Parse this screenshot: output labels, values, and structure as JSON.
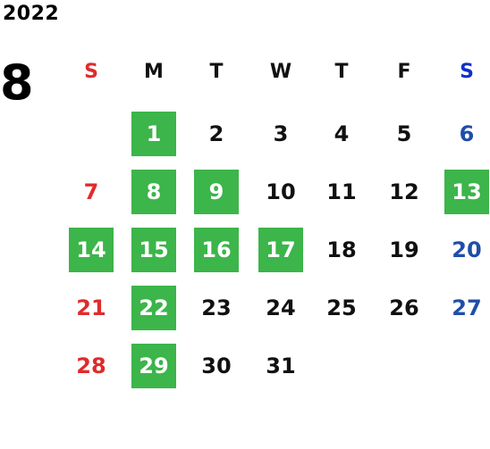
{
  "calendar": {
    "year": "2022",
    "month": "8",
    "colors": {
      "highlight": "#3cb54a",
      "sunday": "#e02b2b",
      "saturday": "#1f4ea8",
      "saturday_header": "#1230c8",
      "default": "#111111"
    },
    "weekdays": [
      "S",
      "M",
      "T",
      "W",
      "T",
      "F",
      "S"
    ],
    "weeks": [
      [
        null,
        {
          "d": "1",
          "hl": true
        },
        {
          "d": "2"
        },
        {
          "d": "3"
        },
        {
          "d": "4"
        },
        {
          "d": "5"
        },
        {
          "d": "6"
        }
      ],
      [
        {
          "d": "7"
        },
        {
          "d": "8",
          "hl": true
        },
        {
          "d": "9",
          "hl": true
        },
        {
          "d": "10"
        },
        {
          "d": "11"
        },
        {
          "d": "12"
        },
        {
          "d": "13",
          "hl": true
        }
      ],
      [
        {
          "d": "14",
          "hl": true
        },
        {
          "d": "15",
          "hl": true
        },
        {
          "d": "16",
          "hl": true
        },
        {
          "d": "17",
          "hl": true
        },
        {
          "d": "18"
        },
        {
          "d": "19"
        },
        {
          "d": "20"
        }
      ],
      [
        {
          "d": "21"
        },
        {
          "d": "22",
          "hl": true
        },
        {
          "d": "23"
        },
        {
          "d": "24"
        },
        {
          "d": "25"
        },
        {
          "d": "26"
        },
        {
          "d": "27"
        }
      ],
      [
        {
          "d": "28"
        },
        {
          "d": "29",
          "hl": true
        },
        {
          "d": "30"
        },
        {
          "d": "31"
        },
        null,
        null,
        null
      ]
    ]
  }
}
